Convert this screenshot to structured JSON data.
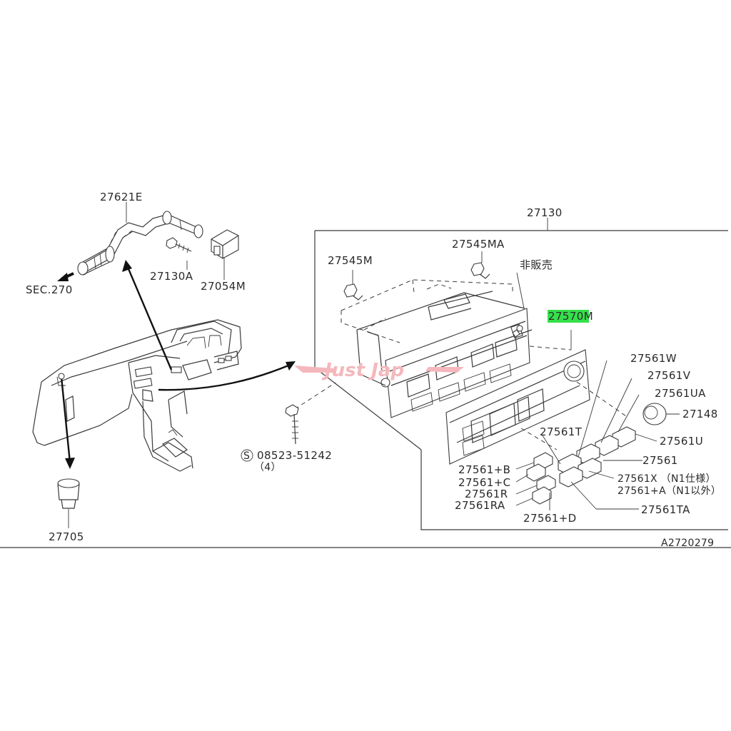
{
  "labels": {
    "p27621E": "27621E",
    "p27130A": "27130A",
    "p27054M": "27054M",
    "sec270": "SEC.270",
    "p27130": "27130",
    "p27545MA": "27545MA",
    "p27545M": "27545M",
    "hanbai": "非販売",
    "p27570M": "27570M",
    "p27561W": "27561W",
    "p27561V": "27561V",
    "p27561UA": "27561UA",
    "p27148": "27148",
    "p27561U": "27561U",
    "p27561": "27561",
    "p27561T": "27561T",
    "p27561X": "27561X （N1仕様）",
    "p27561A": "27561+A（N1以外）",
    "p27561TA": "27561TA",
    "p27561B": "27561+B",
    "p27561C": "27561+C",
    "p27561R": "27561R",
    "p27561RA": "27561RA",
    "p27561D": "27561+D",
    "screw_s": "S",
    "p08523": "08523-51242",
    "qty4": "（4）",
    "p27705": "27705",
    "diagram_id": "A2720279"
  },
  "watermark": "Just Jap",
  "colors": {
    "highlight": "#35e04a",
    "line": "#3a3a3a",
    "watermark": "#f4b8bc"
  }
}
